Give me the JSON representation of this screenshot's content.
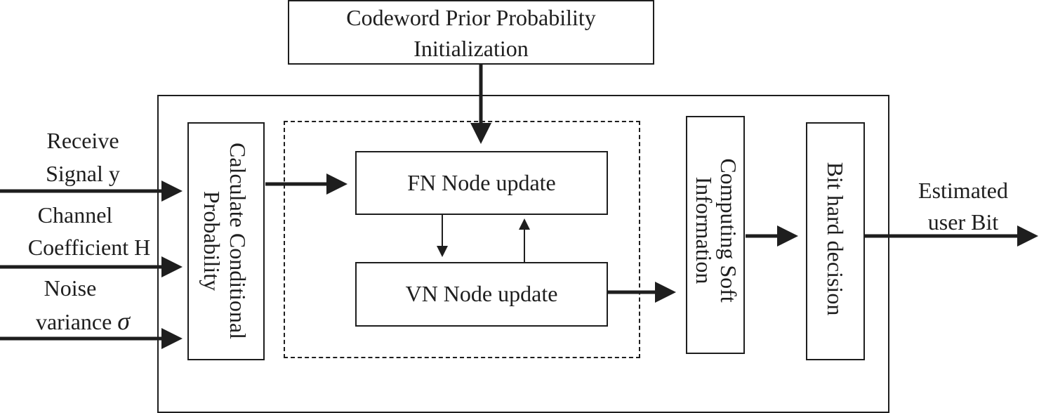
{
  "colors": {
    "stroke": "#1e1e1e",
    "background": "#ffffff"
  },
  "prior_box": {
    "line1": "Codeword Prior Probability",
    "line2": "Initialization"
  },
  "inputs": {
    "receive_line1": "Receive",
    "receive_line2": "Signal y",
    "channel_line1": "Channel",
    "channel_line2": "Coefficient H",
    "noise_line1": "Noise",
    "noise_line2": "variance",
    "noise_symbol": "σ"
  },
  "blocks": {
    "conditional_line1": "Calculate Conditional",
    "conditional_line2": "Probability",
    "fn_update": "FN Node update",
    "vn_update": "VN Node update",
    "soft_line1": "Computing Soft",
    "soft_line2": "Information",
    "hard_decision": "Bit hard decision"
  },
  "output": {
    "line1": "Estimated",
    "line2": "user Bit"
  }
}
